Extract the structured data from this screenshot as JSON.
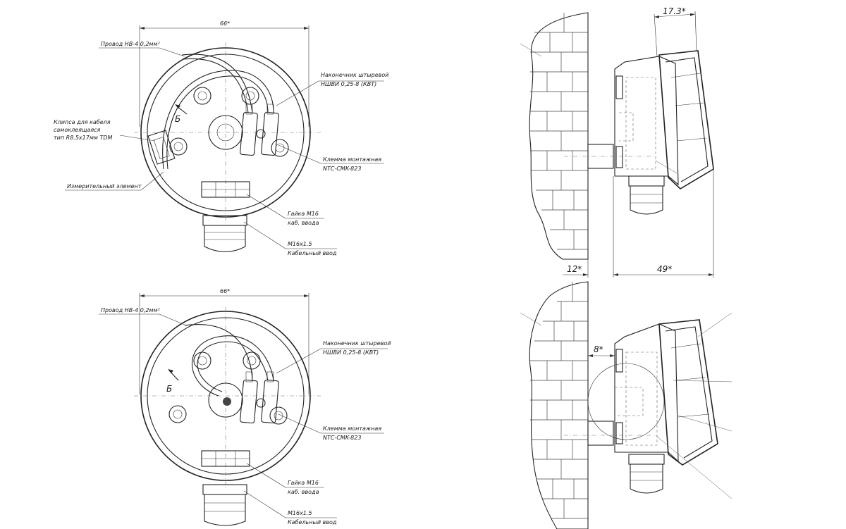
{
  "top_view": {
    "dim_width": "66*",
    "label_wire": "Провод НВ-4 0,2мм²",
    "label_lug_1": "Наконечник штыревой",
    "label_lug_2": "НШВИ 0,25-8 (КВТ)",
    "label_clip_1": "Клипса для кабеля",
    "label_clip_2": "самоклеящаяся",
    "label_clip_3": "тип R8.5x17мм TDM",
    "label_section": "Б",
    "label_terminal_1": "Клемма монтажная",
    "label_terminal_2": "NTC-CMK-823",
    "label_element": "Измерительный элемент",
    "label_nut_1": "Гайка М16",
    "label_nut_2": "каб. ввода",
    "label_gland_1": "М16х1.5",
    "label_gland_2": "Кабельный ввод"
  },
  "bottom_view": {
    "dim_width": "66*",
    "label_wire": "Провод НВ-4 0,2мм²",
    "label_lug_1": "Наконечник штыревой",
    "label_lug_2": "НШВИ 0,25-8 (КВТ)",
    "label_section": "Б",
    "label_terminal_1": "Клемма монтажная",
    "label_terminal_2": "NTC-CMK-823",
    "label_nut_1": "Гайка М16",
    "label_nut_2": "каб. ввода",
    "label_gland_1": "М16х1.5",
    "label_gland_2": "Кабельный ввод"
  },
  "side_top": {
    "dim_cover": "17.3*",
    "dim_wall": "12*",
    "dim_depth": "49*"
  },
  "side_bottom": {
    "dim_offset": "8*"
  }
}
